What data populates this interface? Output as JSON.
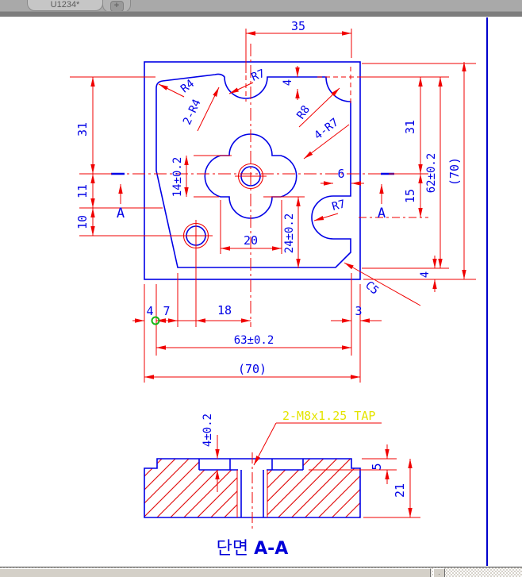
{
  "window": {
    "document_tab": "U1234*",
    "new_tab_button": "+"
  },
  "colors": {
    "part_line": "#0000e6",
    "dimension_line": "#f00000",
    "dimension_text": "#0000e6",
    "tap_note_text": "#e4e400",
    "snap_marker": "#15b815",
    "background": "#ffffff",
    "chrome_gray": "#a9a9a9",
    "scrollbar_face": "#d4d0c8"
  },
  "top_view": {
    "radius_labels": {
      "r4": "R4",
      "two_r4": "2-R4",
      "r7_top": "R7",
      "r8": "R8",
      "four_r7": "4-R7",
      "r7_side": "R7",
      "c5": "C5"
    },
    "dimensions": {
      "top_35": "35",
      "top_4": "4",
      "left_31": "31",
      "left_11": "11",
      "left_10": "10",
      "right_31": "31",
      "right_15": "15",
      "right_62": "62±0.2",
      "right_70": "(70)",
      "right_4": "4",
      "pocket_14": "14±0.2",
      "pocket_20": "20",
      "pocket_24": "24±0.2",
      "step_6": "6",
      "bottom_4": "4",
      "bottom_7": "7",
      "bottom_18": "18",
      "bottom_3": "3",
      "bottom_63": "63±0.2",
      "bottom_70": "(70)"
    },
    "section_marker": "A"
  },
  "section_view": {
    "dimensions": {
      "depth_4": "4±0.2",
      "step_5": "5",
      "height_21": "21"
    },
    "tap_note": "2-M8x1.25 TAP",
    "title_prefix": "단면 ",
    "title_name": "A-A"
  }
}
